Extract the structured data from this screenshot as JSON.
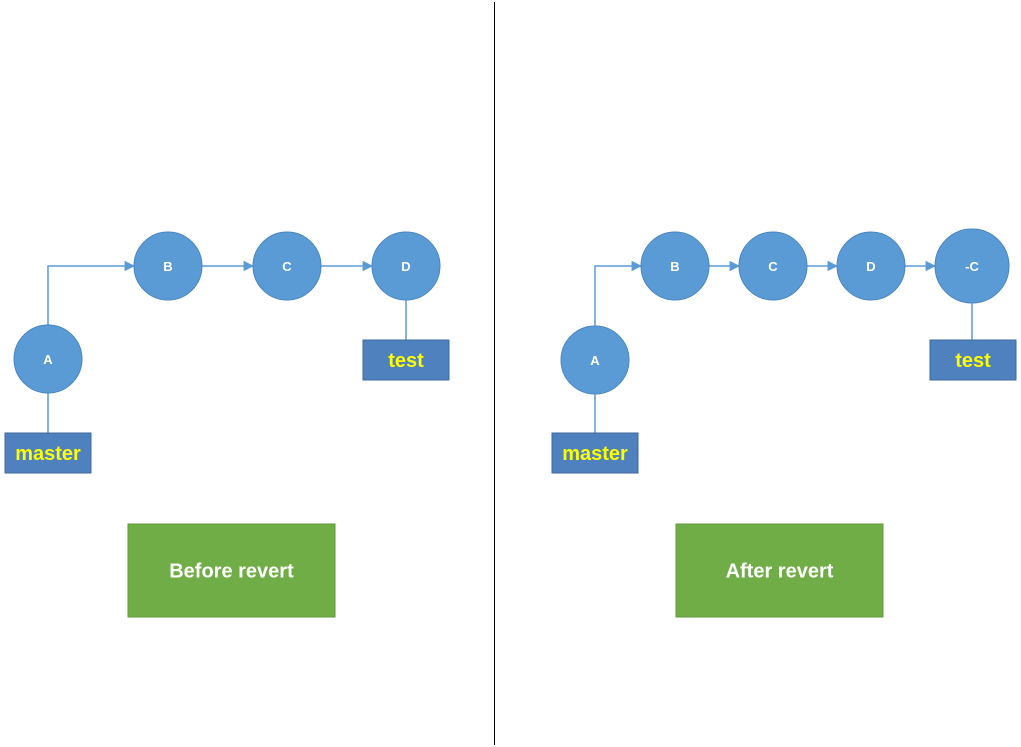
{
  "colors": {
    "node": "#5b9bd5",
    "node_stroke": "#4a86c0",
    "branch_fill": "#4e81bd",
    "branch_text": "#ffff00",
    "caption_fill": "#70ad47",
    "edge": "#5b9bd5",
    "divider": "#000000"
  },
  "panels": [
    {
      "id": "before",
      "caption": "Before revert",
      "commits": [
        {
          "id": "A",
          "label": "A"
        },
        {
          "id": "B",
          "label": "B"
        },
        {
          "id": "C",
          "label": "C"
        },
        {
          "id": "D",
          "label": "D"
        }
      ],
      "edges": [
        [
          "A",
          "B"
        ],
        [
          "B",
          "C"
        ],
        [
          "C",
          "D"
        ]
      ],
      "branches": [
        {
          "name": "master",
          "commit": "A"
        },
        {
          "name": "test",
          "commit": "D"
        }
      ]
    },
    {
      "id": "after",
      "caption": "After revert",
      "commits": [
        {
          "id": "A",
          "label": "A"
        },
        {
          "id": "B",
          "label": "B"
        },
        {
          "id": "C",
          "label": "C"
        },
        {
          "id": "D",
          "label": "D"
        },
        {
          "id": "-C",
          "label": "-C"
        }
      ],
      "edges": [
        [
          "A",
          "B"
        ],
        [
          "B",
          "C"
        ],
        [
          "C",
          "D"
        ],
        [
          "D",
          "-C"
        ]
      ],
      "branches": [
        {
          "name": "master",
          "commit": "A"
        },
        {
          "name": "test",
          "commit": "-C"
        }
      ]
    }
  ]
}
